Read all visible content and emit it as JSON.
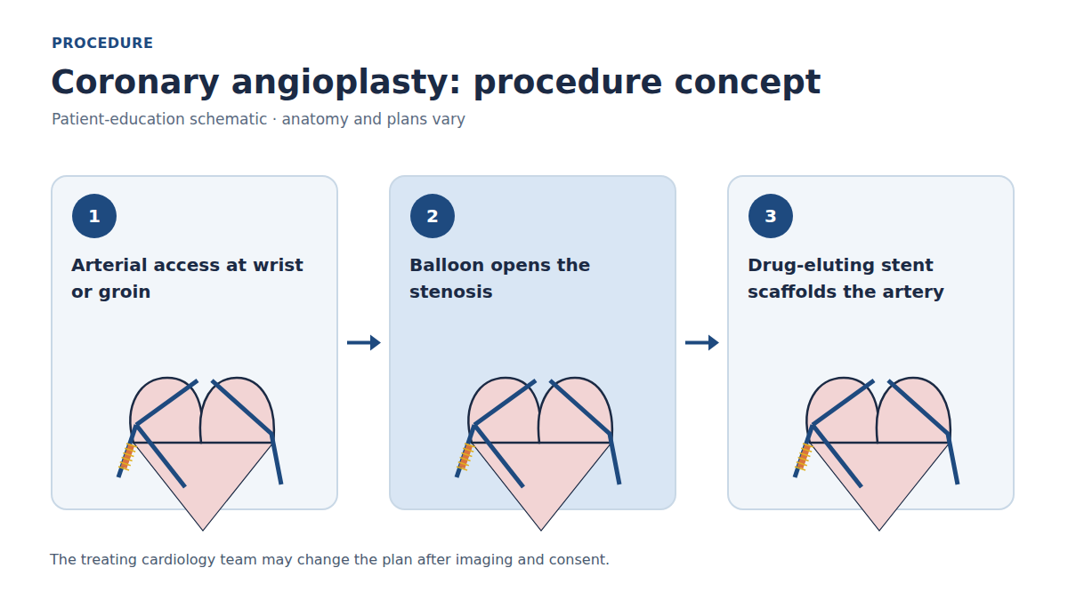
{
  "diagram": {
    "title": "Coronary angioplasty: procedure concept",
    "caption": "The treating cardiology team may change the plan after imaging and consent.",
    "nodes": [
      {
        "text": [
          "Arterial access at wrist or groin"
        ]
      },
      {
        "text": [
          "1"
        ],
        "in": 0
      },
      {
        "text": [
          "Balloon opens the stenosis"
        ]
      },
      {
        "text": [
          "2"
        ],
        "in": 2
      },
      {
        "text": [
          "Drug-eluting stent scaffolds the artery"
        ]
      },
      {
        "text": [
          "3"
        ],
        "in": 4
      }
    ],
    "edges": [
      {
        "from": 0,
        "to": 2,
        "arrow": "to"
      },
      {
        "from": 2,
        "to": 4,
        "arrow": "to"
      }
    ],
    "labels": [
      "PROCEDURE",
      "Patient-education schematic · anatomy and plans vary"
    ]
  }
}
